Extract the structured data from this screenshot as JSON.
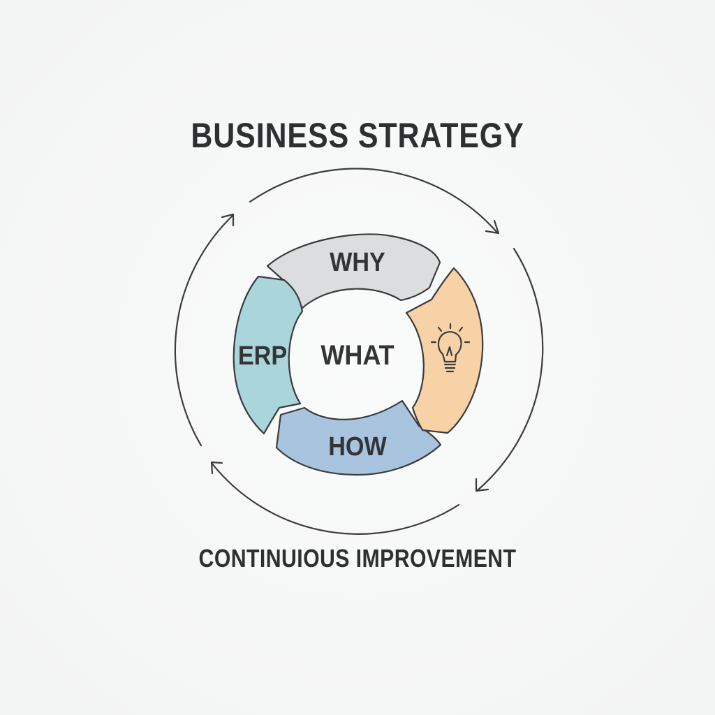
{
  "title": "BUSINESS STRATEGY",
  "footer": "CONTINUIOUS IMPROVEMENT",
  "segments": {
    "top": {
      "label": "WHY",
      "color": "#dcdddf"
    },
    "left": {
      "label": "ERP",
      "color": "#a9d5db"
    },
    "bottom": {
      "label": "HOW",
      "color": "#a8c4df"
    },
    "right": {
      "icon": "lightbulb-icon",
      "color": "#f8d2a7"
    }
  },
  "center": {
    "label": "WHAT"
  },
  "outer_cycle": {
    "arrows": "clockwise",
    "arrow_count": 4
  },
  "colors": {
    "stroke": "#3a3b3d",
    "text": "#2e2f31",
    "background": "#f6f7f7"
  }
}
